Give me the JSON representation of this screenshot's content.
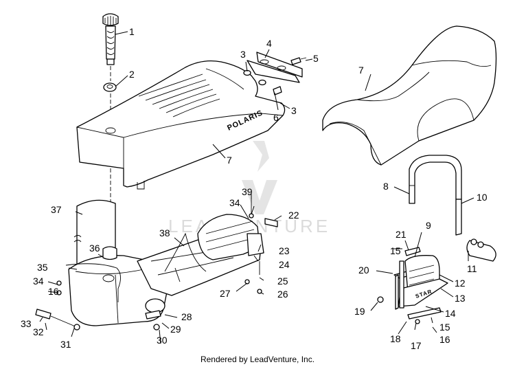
{
  "diagram": {
    "decal_text": "POLARIS",
    "flap_text": "STAR",
    "watermark_text": "LEADVENTURE",
    "callouts": [
      {
        "id": "c1",
        "label": "1"
      },
      {
        "id": "c2",
        "label": "2"
      },
      {
        "id": "c3a",
        "label": "3"
      },
      {
        "id": "c3b",
        "label": "3"
      },
      {
        "id": "c4",
        "label": "4"
      },
      {
        "id": "c5",
        "label": "5"
      },
      {
        "id": "c6",
        "label": "6"
      },
      {
        "id": "c7a",
        "label": "7"
      },
      {
        "id": "c7b",
        "label": "7"
      },
      {
        "id": "c8",
        "label": "8"
      },
      {
        "id": "c9",
        "label": "9"
      },
      {
        "id": "c10",
        "label": "10"
      },
      {
        "id": "c11",
        "label": "11"
      },
      {
        "id": "c12",
        "label": "12"
      },
      {
        "id": "c13",
        "label": "13"
      },
      {
        "id": "c14",
        "label": "14"
      },
      {
        "id": "c15a",
        "label": "15"
      },
      {
        "id": "c15b",
        "label": "15"
      },
      {
        "id": "c16a",
        "label": "16"
      },
      {
        "id": "c16b",
        "label": "16"
      },
      {
        "id": "c17",
        "label": "17"
      },
      {
        "id": "c18",
        "label": "18"
      },
      {
        "id": "c19",
        "label": "19"
      },
      {
        "id": "c20",
        "label": "20"
      },
      {
        "id": "c21",
        "label": "21"
      },
      {
        "id": "c22",
        "label": "22"
      },
      {
        "id": "c23",
        "label": "23"
      },
      {
        "id": "c24",
        "label": "24"
      },
      {
        "id": "c25",
        "label": "25"
      },
      {
        "id": "c26",
        "label": "26"
      },
      {
        "id": "c27",
        "label": "27"
      },
      {
        "id": "c28",
        "label": "28"
      },
      {
        "id": "c29",
        "label": "29"
      },
      {
        "id": "c30",
        "label": "30"
      },
      {
        "id": "c31",
        "label": "31"
      },
      {
        "id": "c32",
        "label": "32"
      },
      {
        "id": "c33",
        "label": "33"
      },
      {
        "id": "c34a",
        "label": "34"
      },
      {
        "id": "c34b",
        "label": "34"
      },
      {
        "id": "c35",
        "label": "35"
      },
      {
        "id": "c36",
        "label": "36"
      },
      {
        "id": "c37",
        "label": "37"
      },
      {
        "id": "c38",
        "label": "38"
      },
      {
        "id": "c39",
        "label": "39"
      }
    ]
  },
  "footer": {
    "text": "Rendered by LeadVenture, Inc."
  }
}
